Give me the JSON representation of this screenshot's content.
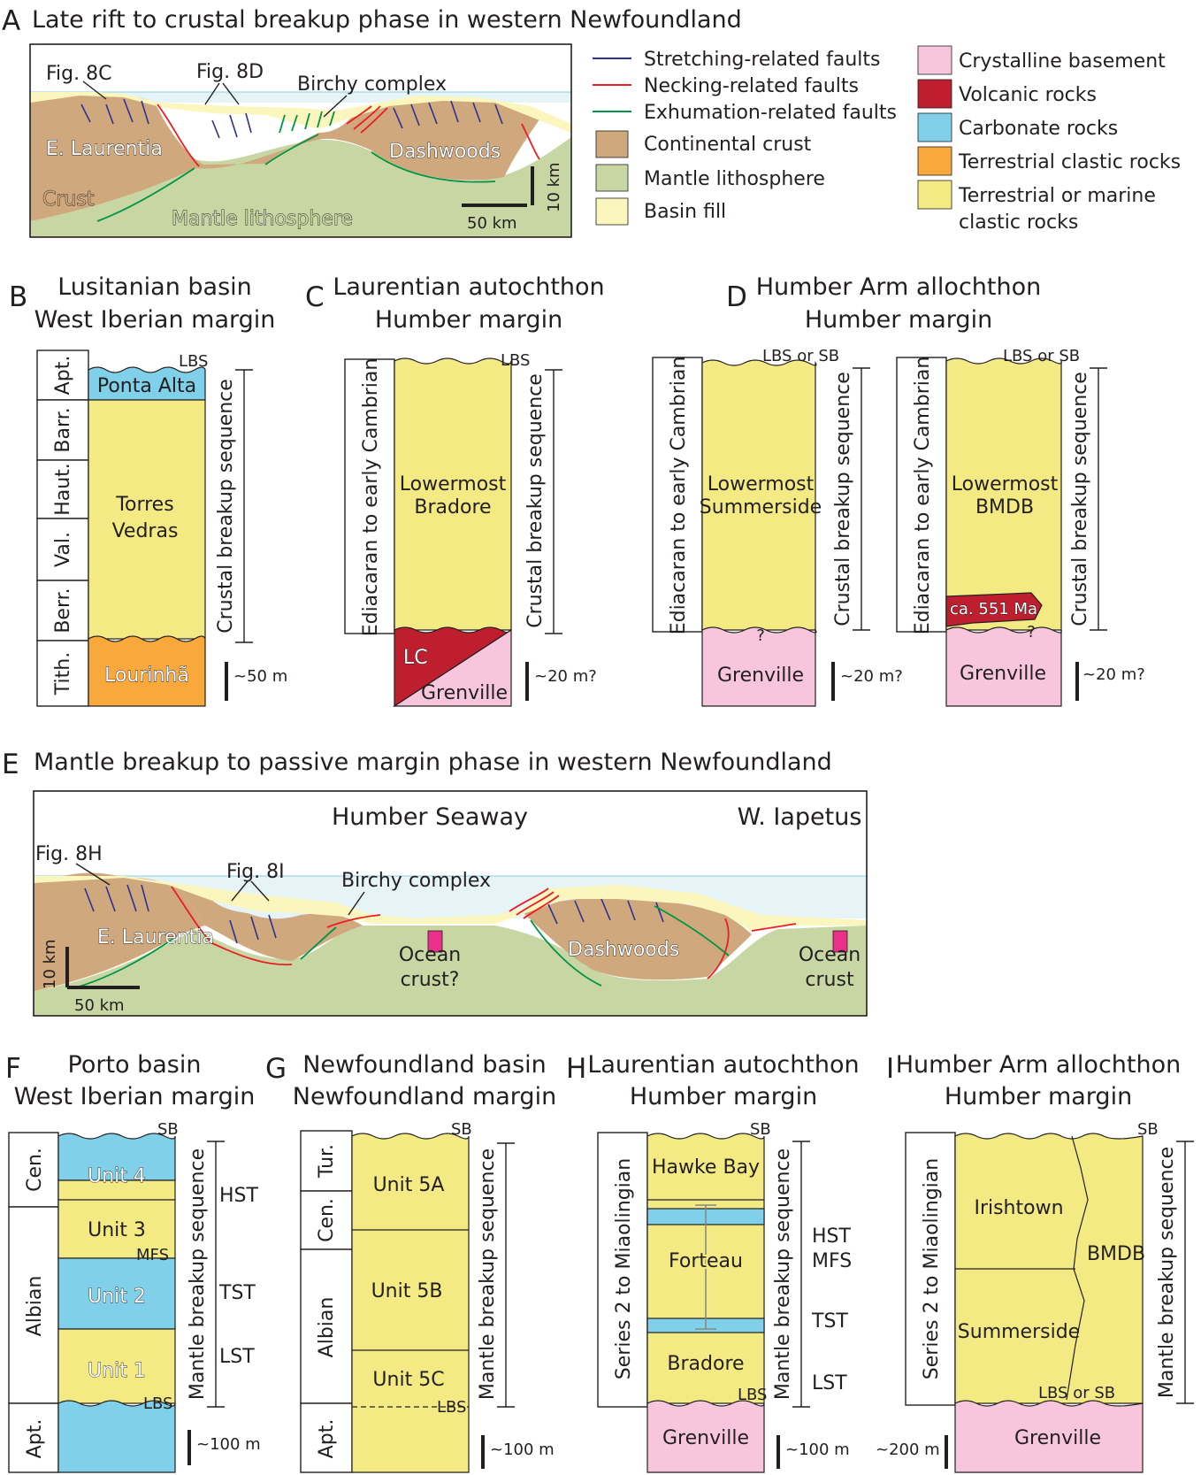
{
  "colors": {
    "crystalline": "#f7c6dc",
    "volcanic": "#bf1e2e",
    "carbonate": "#7fd0e8",
    "terrestrial_clastic": "#f9a93b",
    "marine_clastic": "#f3ea84",
    "continental_crust": "#cfa97d",
    "mantle": "#c8d6a4",
    "basin_fill": "#fbf6bd",
    "water": "#e6f4f8",
    "stretching": "#2e3192",
    "necking": "#ed1c24",
    "exhumation": "#009444",
    "ocean_crust": "#ec2f8b"
  },
  "panelA": {
    "letter": "A",
    "title": "Late rift to crustal breakup phase in western Newfoundland",
    "labels": {
      "fig8c": "Fig. 8C",
      "fig8d": "Fig. 8D",
      "birchy": "Birchy complex",
      "laurentia": "E. Laurentia",
      "dashwoods": "Dashwoods",
      "crust": "Crust",
      "mantle": "Mantle lithosphere",
      "scale_h": "50 km",
      "scale_v": "10 km"
    }
  },
  "legend": {
    "faults": [
      {
        "label": "Stretching-related faults",
        "color": "#2e3192"
      },
      {
        "label": "Necking-related faults",
        "color": "#ed1c24"
      },
      {
        "label": "Exhumation-related faults",
        "color": "#009444"
      }
    ],
    "units": [
      {
        "label": "Continental crust",
        "color": "#cfa97d"
      },
      {
        "label": "Mantle lithosphere",
        "color": "#c8d6a4"
      },
      {
        "label": "Basin fill",
        "color": "#fbf6bd"
      }
    ],
    "rocks": [
      {
        "label": "Crystalline basement",
        "color": "#f7c6dc"
      },
      {
        "label": "Volcanic rocks",
        "color": "#bf1e2e"
      },
      {
        "label": "Carbonate rocks",
        "color": "#7fd0e8"
      },
      {
        "label": "Terrestrial clastic rocks",
        "color": "#f9a93b"
      },
      {
        "label": "Terrestrial or marine",
        "label2": "clastic rocks",
        "color": "#f3ea84"
      }
    ]
  },
  "panelB": {
    "letter": "B",
    "title1": "Lusitanian basin",
    "title2": "West Iberian margin",
    "stages": [
      "Apt.",
      "Barr.",
      "Haut.",
      "Val.",
      "Berr.",
      "Tith."
    ],
    "units": [
      "Ponta Alta",
      "Torres",
      "Vedras",
      "Lourinhã"
    ],
    "lbs": "LBS",
    "sequence": "Crustal breakup sequence",
    "scale": "~50 m"
  },
  "panelC": {
    "letter": "C",
    "title1": "Laurentian autochthon",
    "title2": "Humber margin",
    "system": "Ediacaran to early Cambrian",
    "units": [
      "Lowermost",
      "Bradore",
      "LC",
      "Grenville"
    ],
    "lbs": "LBS",
    "sequence": "Crustal breakup sequence",
    "scale": "~20 m?"
  },
  "panelD": {
    "letter": "D",
    "title1": "Humber Arm allochthon",
    "title2": "Humber margin",
    "left": {
      "system": "Ediacaran to early Cambrian",
      "units": [
        "Lowermost",
        "Summerside",
        "Grenville"
      ],
      "top": "LBS or SB",
      "q": "?",
      "sequence": "Crustal breakup sequence",
      "scale": "~20 m?"
    },
    "right": {
      "system": "Ediacaran to early Cambrian",
      "units": [
        "Lowermost",
        "BMDB",
        "ca. 551 Ma",
        "Grenville"
      ],
      "top": "LBS or SB",
      "q": "?",
      "sequence": "Crustal breakup sequence",
      "scale": "~20 m?"
    }
  },
  "panelE": {
    "letter": "E",
    "title": "Mantle breakup to passive margin phase in western Newfoundland",
    "labels": {
      "seaway": "Humber Seaway",
      "iapetus": "W. Iapetus",
      "fig8h": "Fig. 8H",
      "fig8i": "Fig. 8I",
      "birchy": "Birchy complex",
      "laurentia": "E. Laurentia",
      "dashwoods": "Dashwoods",
      "ocean1a": "Ocean",
      "ocean1b": "crust?",
      "ocean2a": "Ocean",
      "ocean2b": "crust",
      "scale_v": "10 km",
      "scale_h": "50 km"
    }
  },
  "panelF": {
    "letter": "F",
    "title1": "Porto basin",
    "title2": "West Iberian margin",
    "stages": [
      "Cen.",
      "Albian",
      "Apt."
    ],
    "units": [
      "Unit 4",
      "Unit 3",
      "Unit 2",
      "Unit 1"
    ],
    "sb": "SB",
    "mfs": "MFS",
    "lbs": "LBS",
    "tracts": [
      "HST",
      "TST",
      "LST"
    ],
    "sequence": "Mantle breakup sequence",
    "scale": "~100 m"
  },
  "panelG": {
    "letter": "G",
    "title1": "Newfoundland basin",
    "title2": "Newfoundland margin",
    "stages": [
      "Tur.",
      "Cen.",
      "Albian",
      "Apt."
    ],
    "units": [
      "Unit 5A",
      "Unit 5B",
      "Unit 5C"
    ],
    "sb": "SB",
    "lbs": "LBS",
    "sequence": "Mantle breakup sequence",
    "scale": "~100 m"
  },
  "panelH": {
    "letter": "H",
    "title1": "Laurentian autochthon",
    "title2": "Humber margin",
    "system": "Series 2 to Miaolingian",
    "units": [
      "Hawke Bay",
      "Forteau",
      "Bradore",
      "Grenville"
    ],
    "sb": "SB",
    "lbs": "LBS",
    "tracts": [
      "HST",
      "MFS",
      "TST",
      "LST"
    ],
    "sequence": "Mantle breakup sequence",
    "scale": "~100 m"
  },
  "panelI": {
    "letter": "I",
    "title1": "Humber Arm allochthon",
    "title2": "Humber margin",
    "system": "Series 2 to Miaolingian",
    "units": [
      "Irishtown",
      "Summerside",
      "BMDB",
      "Grenville"
    ],
    "sb": "SB",
    "bottom": "LBS or SB",
    "sequence": "Mantle breakup sequence",
    "scale": "~200 m"
  }
}
